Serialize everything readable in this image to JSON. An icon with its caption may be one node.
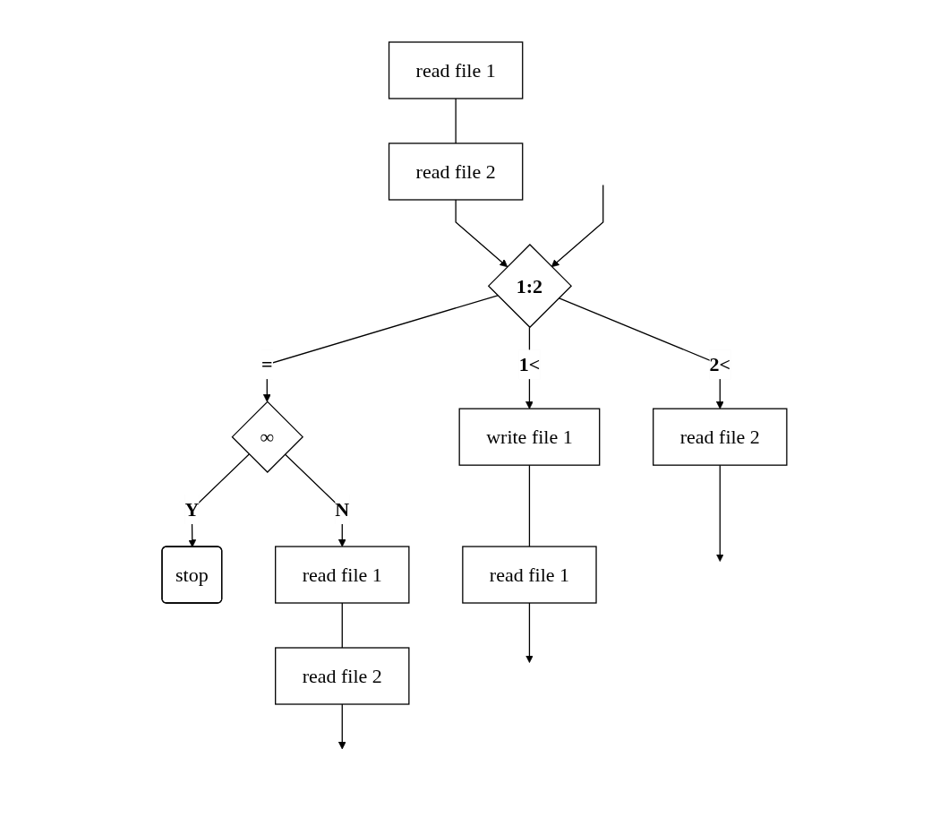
{
  "diagram": {
    "nodes": [
      {
        "text": [
          "read file 1"
        ]
      },
      {
        "text": [
          "read file 2"
        ]
      },
      {
        "text": [
          "1:2"
        ]
      },
      {
        "text": [
          "∞"
        ]
      },
      {
        "text": [
          "stop"
        ]
      },
      {
        "text": [
          "write file 1"
        ]
      },
      {
        "text": [
          "read file 1"
        ]
      },
      {
        "text": [
          "read file 1"
        ]
      },
      {
        "text": [
          "read file 2"
        ]
      },
      {
        "text": [
          "read file 2"
        ]
      }
    ],
    "edges": [
      {
        "from": 0,
        "to": 1,
        "arrow": "none"
      },
      {
        "from": 1,
        "to": 2,
        "arrow": "to"
      },
      {
        "from": null,
        "to": 2,
        "arrow": "to"
      },
      {
        "from": 2,
        "to": 5,
        "arrow": "to",
        "label": "1<"
      },
      {
        "from": 2,
        "to": 3,
        "arrow": "to",
        "label": "="
      },
      {
        "from": 2,
        "to": 9,
        "arrow": "to",
        "label": "2<"
      },
      {
        "from": 3,
        "to": 4,
        "arrow": "to",
        "label": "Y"
      },
      {
        "from": 3,
        "to": 7,
        "arrow": "to",
        "label": "N"
      },
      {
        "from": 5,
        "to": 6,
        "arrow": "none"
      },
      {
        "from": 7,
        "to": 8,
        "arrow": "none"
      },
      {
        "from": 6,
        "to": null,
        "arrow": "to"
      },
      {
        "from": 8,
        "to": null,
        "arrow": "to"
      },
      {
        "from": 9,
        "to": null,
        "arrow": "to"
      }
    ]
  }
}
